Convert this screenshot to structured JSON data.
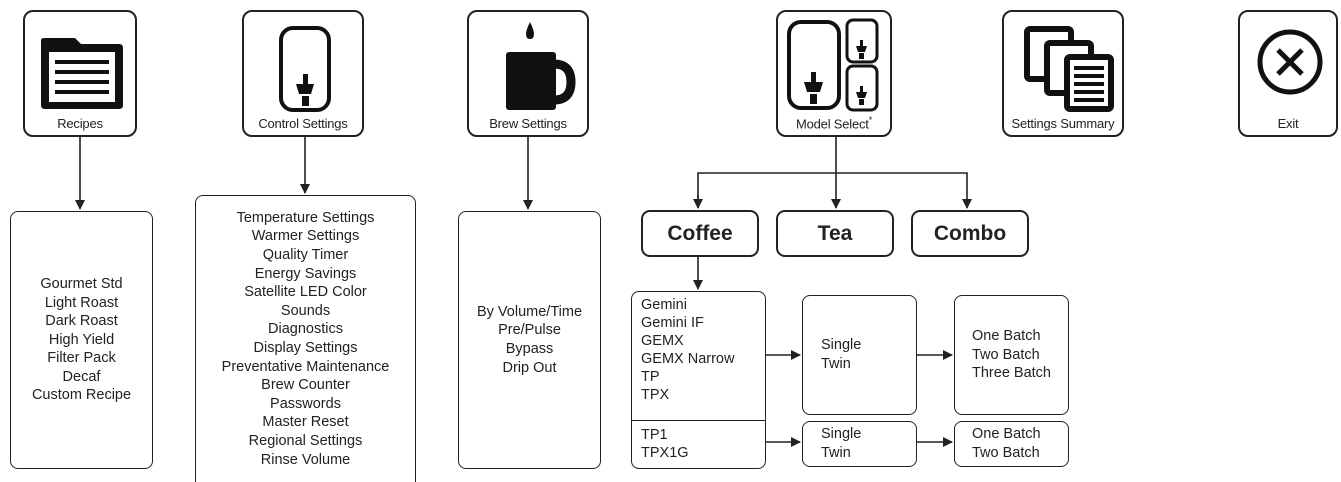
{
  "menu_icons": [
    {
      "id": "recipes",
      "label": "Recipes",
      "icon": "folder-document-icon"
    },
    {
      "id": "control-settings",
      "label": "Control Settings",
      "icon": "brewer-faucet-icon"
    },
    {
      "id": "brew-settings",
      "label": "Brew Settings",
      "icon": "coffee-mug-icon"
    },
    {
      "id": "model-select",
      "label": "Model Select",
      "label_mark": "*",
      "icon": "model-select-icon"
    },
    {
      "id": "settings-summary",
      "label": "Settings Summary",
      "icon": "stacked-documents-icon"
    },
    {
      "id": "exit",
      "label": "Exit",
      "icon": "circle-x-icon"
    }
  ],
  "recipes_list": [
    "Gourmet Std",
    "Light Roast",
    "Dark Roast",
    "High Yield",
    "Filter Pack",
    "Decaf",
    "Custom Recipe"
  ],
  "control_settings_list": [
    "Temperature Settings",
    "Warmer Settings",
    "Quality Timer",
    "Energy Savings",
    "Satellite LED Color",
    "Sounds",
    "Diagnostics",
    "Display Settings",
    "Preventative Maintenance",
    "Brew Counter",
    "Passwords",
    "Master Reset",
    "Regional Settings",
    "Rinse Volume"
  ],
  "brew_settings_list": [
    "By Volume/Time",
    "Pre/Pulse",
    "Bypass",
    "Drip Out"
  ],
  "model_categories": [
    "Coffee",
    "Tea",
    "Combo"
  ],
  "coffee_models": {
    "group_a": [
      "Gemini",
      "Gemini IF",
      "GEMX",
      "GEMX Narrow",
      "TP",
      "TPX"
    ],
    "group_b": [
      "TP1",
      "TPX1G"
    ]
  },
  "configurations": {
    "group_a": [
      "Single",
      "Twin"
    ],
    "group_b": [
      "Single",
      "Twin"
    ]
  },
  "batch_options": {
    "group_a": [
      "One Batch",
      "Two Batch",
      "Three Batch"
    ],
    "group_b": [
      "One Batch",
      "Two Batch"
    ]
  }
}
